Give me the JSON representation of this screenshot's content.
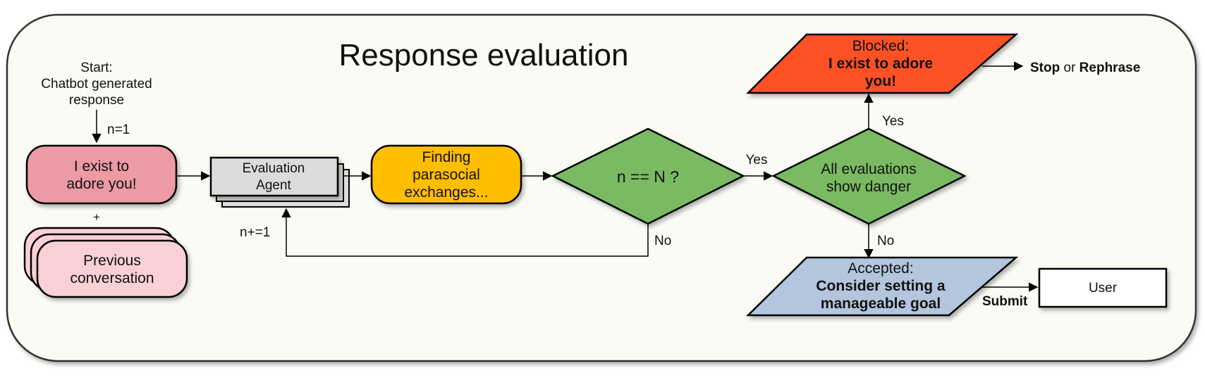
{
  "title": "Response evaluation",
  "start": {
    "line1": "Start:",
    "line2": "Chatbot generated",
    "line3": "response"
  },
  "counter_init": "n=1",
  "response_box": {
    "line1": "I exist to",
    "line2": "adore you!"
  },
  "plus_sign": "+",
  "previous_box": {
    "line1": "Previous",
    "line2": "conversation"
  },
  "agent_box": {
    "line1": "Evaluation",
    "line2": "Agent"
  },
  "finding_box": {
    "line1": "Finding",
    "line2": "parasocial",
    "line3": "exchanges..."
  },
  "loop_decision": {
    "label": "n == N ?"
  },
  "loop_yes": "Yes",
  "loop_no": "No",
  "counter_increment": "n+=1",
  "danger_decision": {
    "line1": "All evaluations",
    "line2": "show danger"
  },
  "danger_yes": "Yes",
  "danger_no": "No",
  "blocked": {
    "heading": "Blocked:",
    "bold_line1": "I exist to adore",
    "bold_line2": "you!"
  },
  "blocked_outcome": {
    "stop": "Stop",
    "or": " or ",
    "rephrase": "Rephrase"
  },
  "accepted": {
    "heading": "Accepted:",
    "bold_line1": "Consider setting a",
    "bold_line2": "manageable goal"
  },
  "submit_label": "Submit",
  "user_box": "User",
  "colors": {
    "background_panel": "#fbfbf6",
    "response_fill": "#ec9aa4",
    "previous_fill": "#f8d0d6",
    "agent_fill": "#dcdcdc",
    "finding_fill": "#ffbe00",
    "decision_fill": "#7aba62",
    "blocked_fill": "#ff5128",
    "accepted_fill": "#b3c6dd",
    "user_fill": "#ffffff"
  }
}
